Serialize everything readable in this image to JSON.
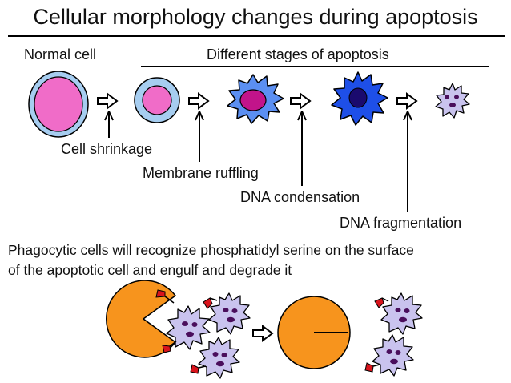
{
  "title": "Cellular morphology changes during apoptosis",
  "labels": {
    "normal_cell": "Normal cell",
    "stages_header": "Different stages of apoptosis",
    "cell_shrinkage": "Cell shrinkage",
    "membrane_ruffling": "Membrane ruffling",
    "dna_condensation": "DNA condensation",
    "dna_fragmentation": "DNA fragmentation"
  },
  "description": {
    "line1": "Phagocytic cells will recognize phosphatidyl  serine on the surface",
    "line2": "of the apoptotic cell and engulf and degrade  it"
  },
  "colors": {
    "cell_outer": "#a6cdf0",
    "normal_nucleus": "#f06cc8",
    "ruffled_cell": "#5b8ff2",
    "ruffled_nucleus": "#c2148a",
    "condensed_cell": "#1e4fe8",
    "condensed_nucleus": "#1a0a6e",
    "apoptotic_body": "#c9c3ee",
    "fragment": "#4a0e5c",
    "phagocyte": "#f7941d",
    "ps_marker": "#d9141c"
  }
}
